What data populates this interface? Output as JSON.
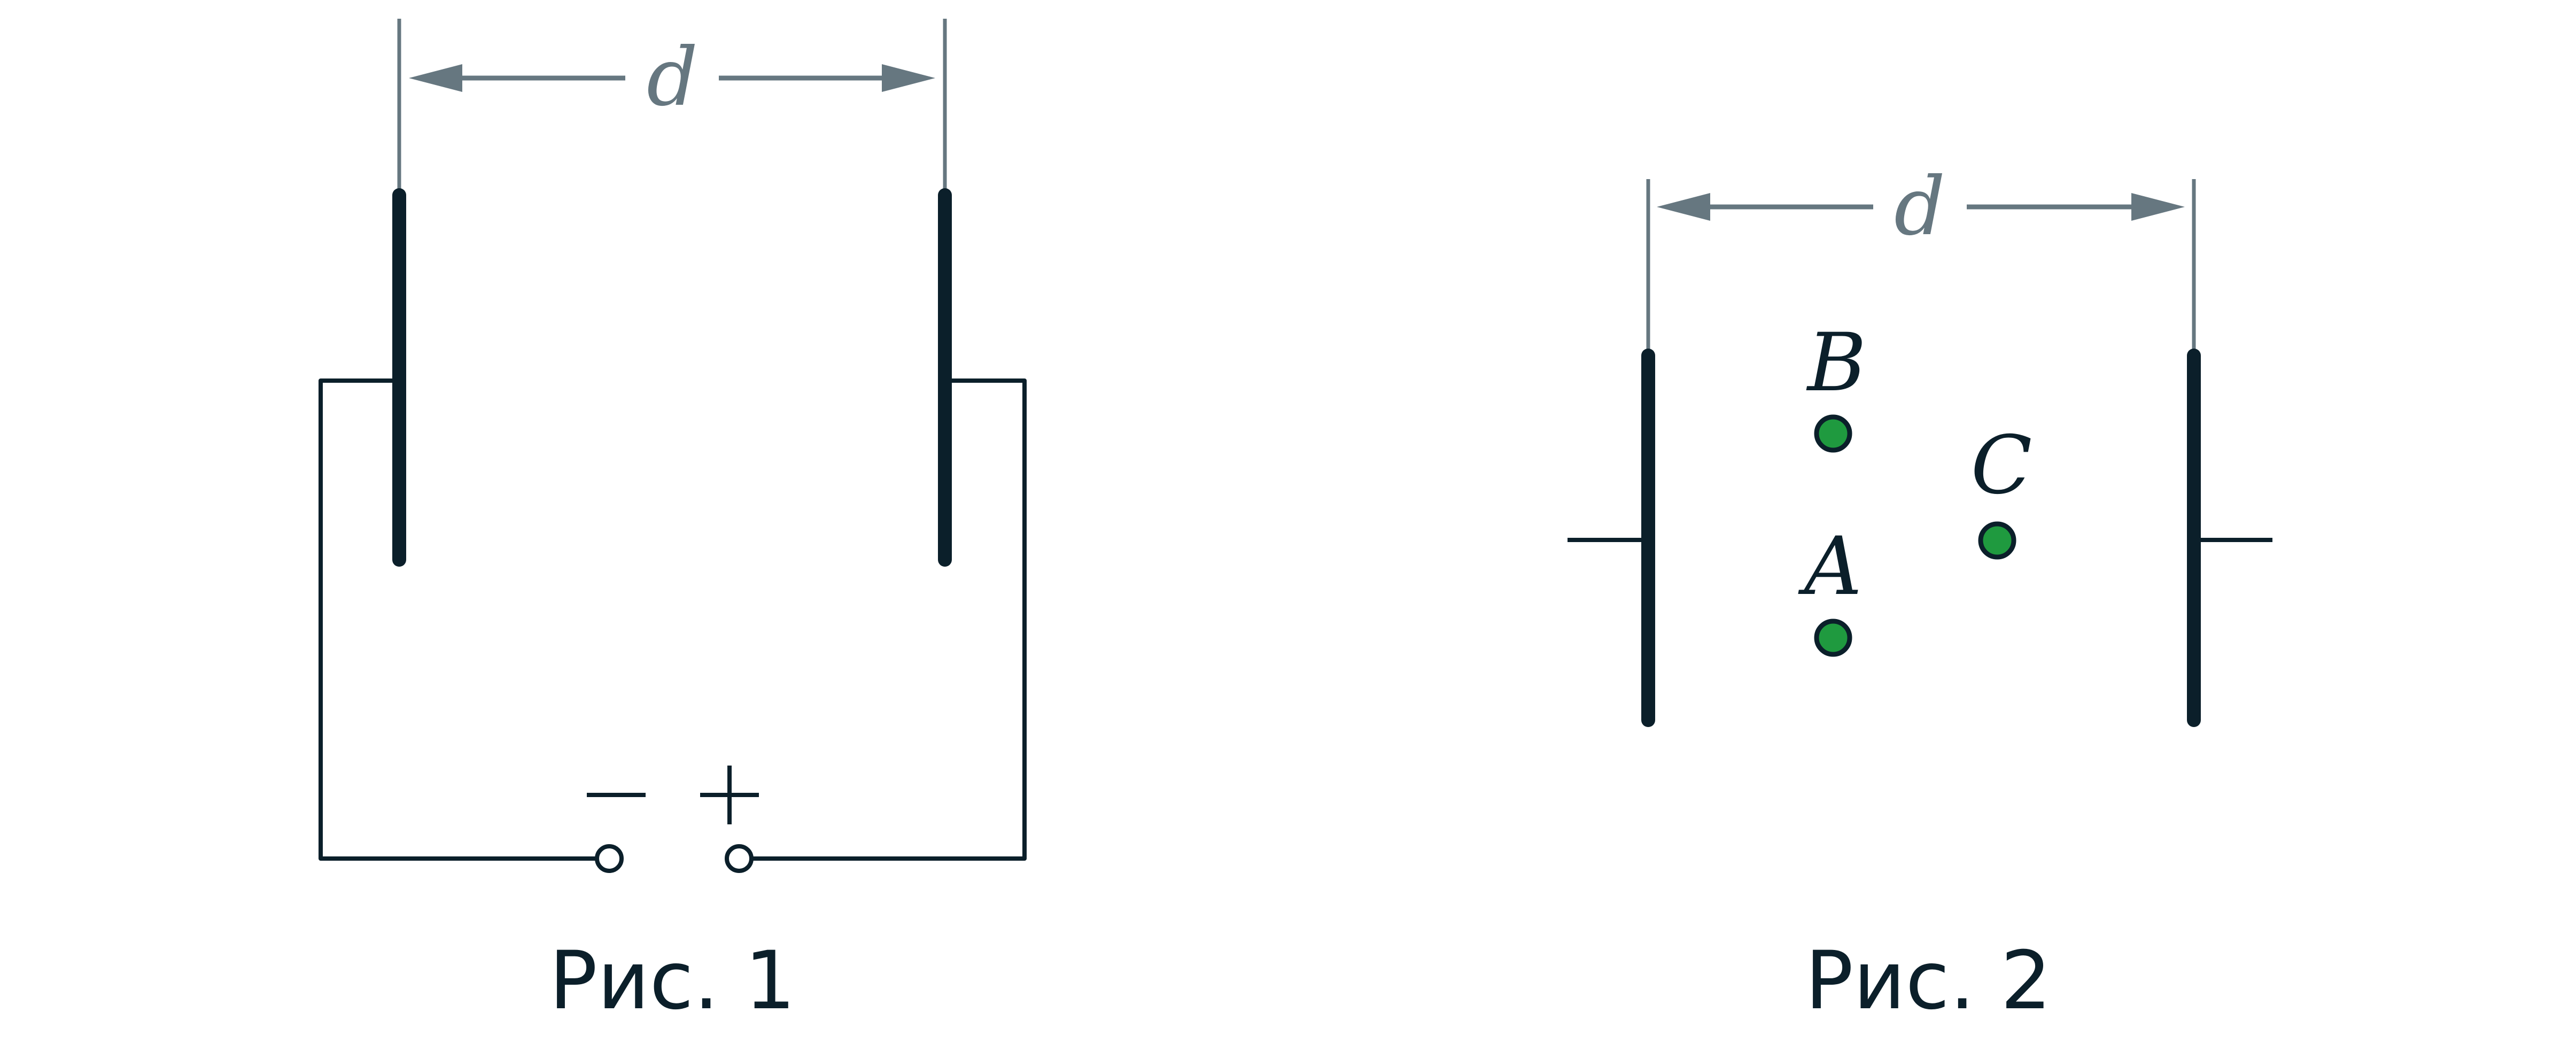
{
  "figure1": {
    "distance_label": "d",
    "negative_terminal": "−",
    "positive_terminal": "+",
    "caption": "Рис. 1"
  },
  "figure2": {
    "distance_label": "d",
    "points": [
      {
        "label": "B"
      },
      {
        "label": "A"
      },
      {
        "label": "C"
      }
    ],
    "caption": "Рис. 2"
  },
  "colors": {
    "dimension": "#667780",
    "plate": "#0b1f2a",
    "point": "#1f9a3f"
  }
}
